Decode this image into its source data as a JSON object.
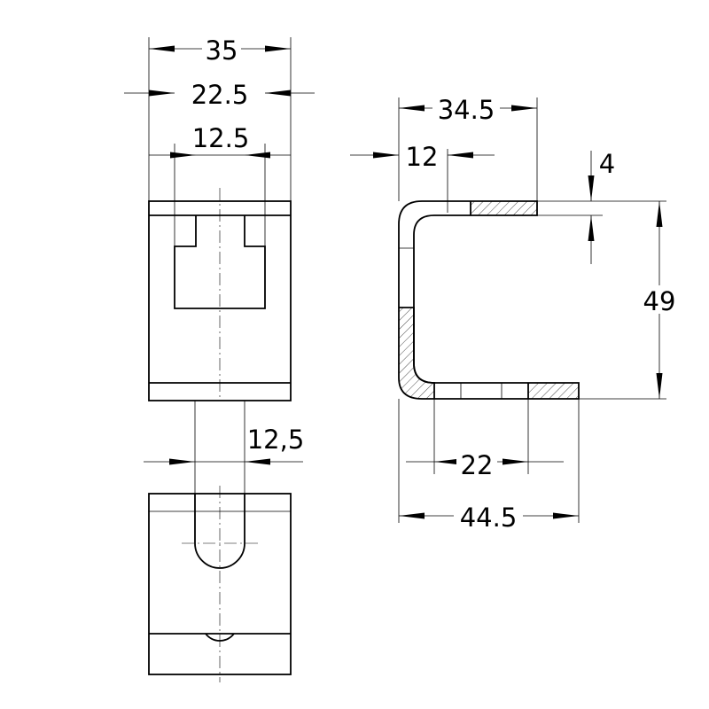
{
  "dimensions": {
    "width_total": "35",
    "width_slot_outer": "22.5",
    "width_slot": "12.5",
    "width_keyhole": "12,5",
    "length_top_flange": "34.5",
    "length_inner_flange": "12",
    "thickness": "4",
    "height": "49",
    "length_bottom_inner": "22",
    "length_bottom_total": "44.5"
  }
}
